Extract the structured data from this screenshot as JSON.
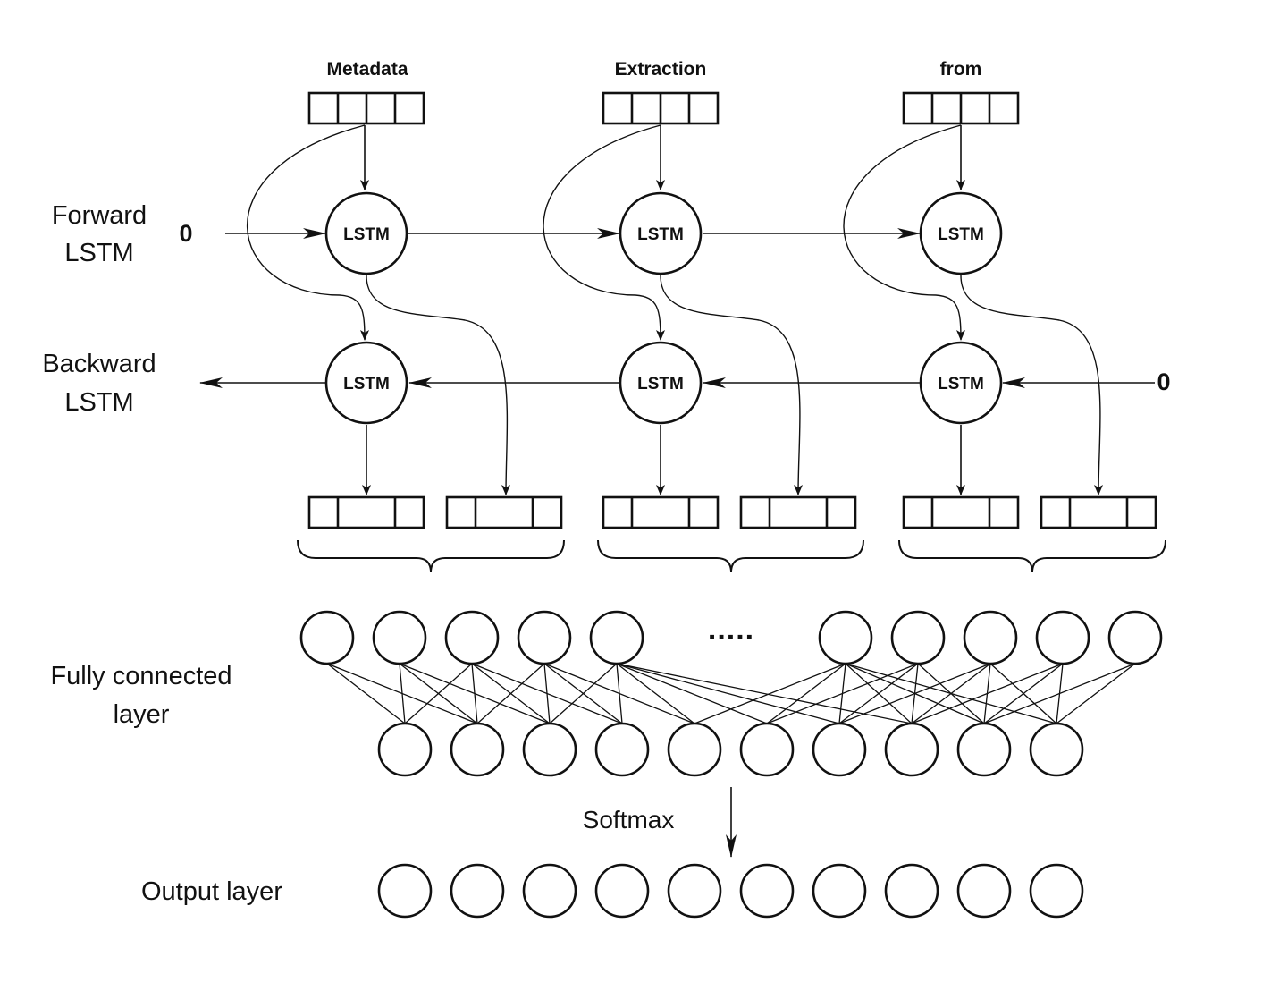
{
  "diagram": {
    "words": [
      "Metadata",
      "Extraction",
      "from"
    ],
    "lstm_label": "LSTM",
    "forward_label": [
      "Forward",
      "LSTM"
    ],
    "backward_label": [
      "Backward",
      "LSTM"
    ],
    "forward_initial": "0",
    "backward_initial": "0",
    "fc_label": [
      "Fully connected",
      "layer"
    ],
    "ellipsis": ".....",
    "softmax_label": "Softmax",
    "output_label": "Output layer"
  }
}
